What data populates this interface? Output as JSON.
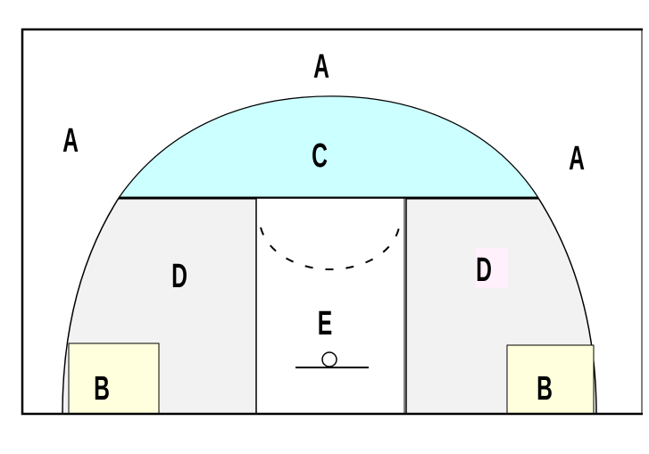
{
  "diagram": {
    "zones": [
      {
        "id": "A",
        "label": "A",
        "color": "#ffffff"
      },
      {
        "id": "B",
        "label": "B",
        "color": "#ffffdd"
      },
      {
        "id": "C",
        "label": "C",
        "color": "#ccffff"
      },
      {
        "id": "D",
        "label": "D",
        "color": "#f2f2f2"
      },
      {
        "id": "E",
        "label": "E",
        "color": "#ffffff"
      }
    ]
  }
}
